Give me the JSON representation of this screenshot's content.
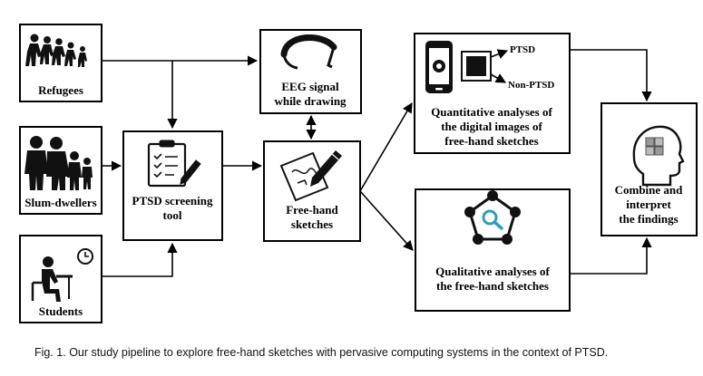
{
  "nodes": {
    "refugees": "Refugees",
    "slum_dwellers": "Slum-dwellers",
    "students": "Students",
    "screening_tool": [
      "PTSD screening",
      "tool"
    ],
    "eeg": [
      "EEG signal",
      "while drawing"
    ],
    "sketches": [
      "Free-hand",
      "sketches"
    ],
    "quantitative": [
      "Quantitative analyses of",
      "the digital images of",
      "free-hand sketches"
    ],
    "qualitative": [
      "Qualitative analyses of",
      "the free-hand sketches"
    ],
    "combine": [
      "Combine and",
      "interpret",
      "the findings"
    ]
  },
  "outputs": {
    "ptsd": "PTSD",
    "non_ptsd": "Non-PTSD"
  },
  "caption": "Fig. 1.  Our study pipeline to explore free-hand sketches with pervasive computing systems in the context of PTSD.",
  "icons": [
    "refugees-icon",
    "family-icon",
    "student-desk-icon",
    "clipboard-checklist-icon",
    "eeg-headset-icon",
    "sketch-pencil-icon",
    "smartphone-camera-icon",
    "image-frame-icon",
    "team-magnifier-icon",
    "head-puzzle-icon"
  ]
}
